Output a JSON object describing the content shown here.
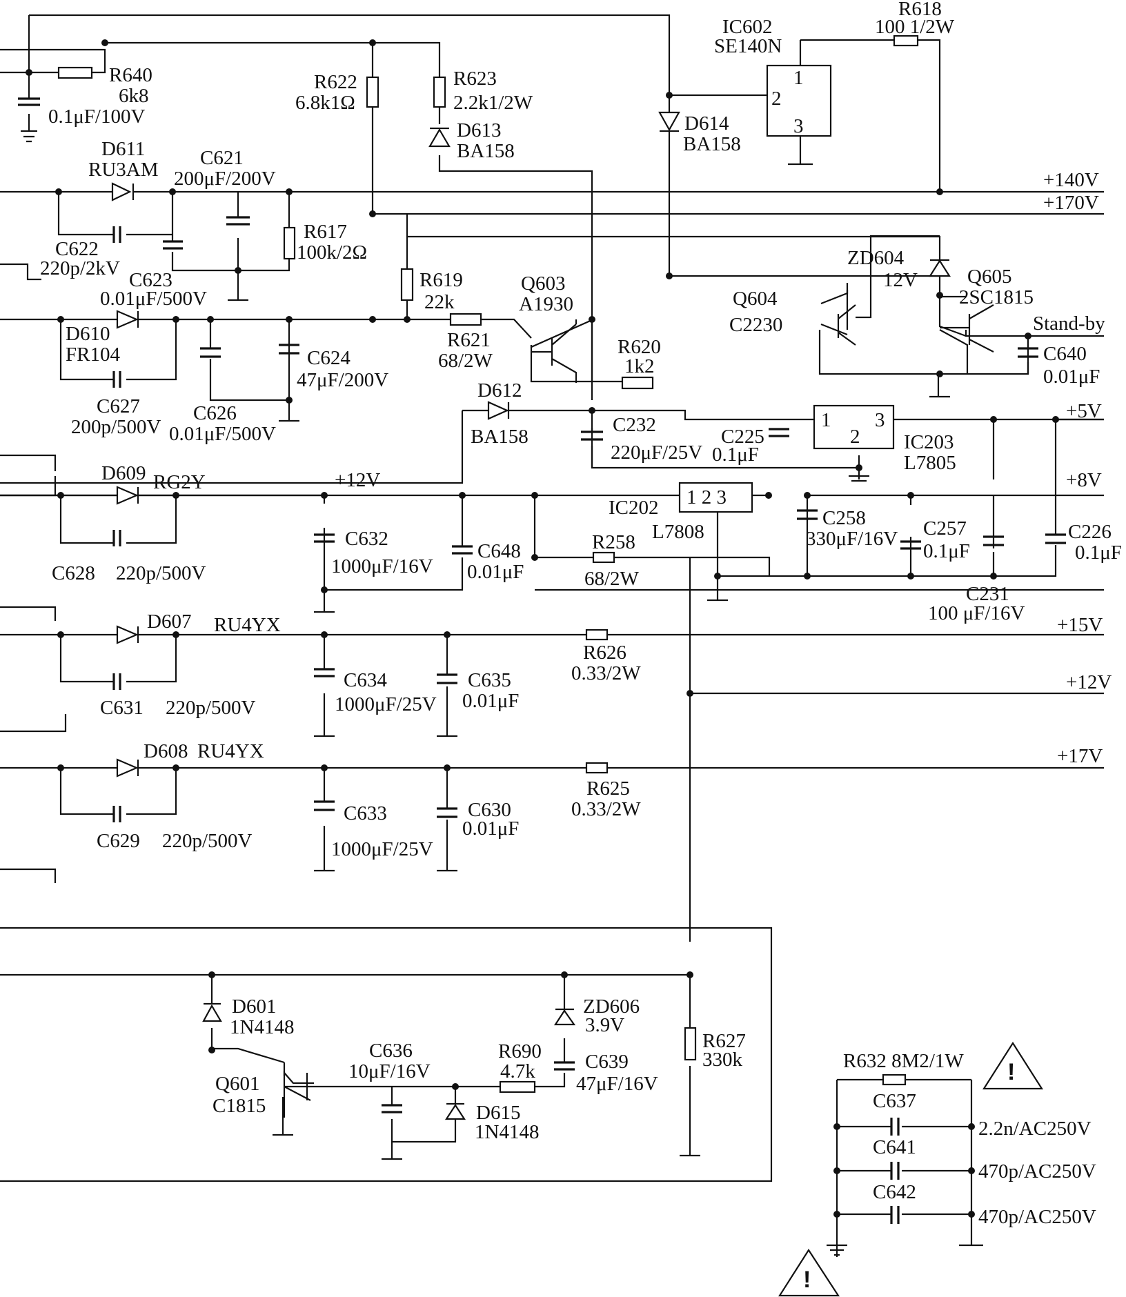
{
  "labels": {
    "R640": "R640",
    "R640v": "6k8",
    "C_top": "0.1μF/100V",
    "R622": "R622",
    "R622v": "6.8k1Ω",
    "R623": "R623",
    "R623v": "2.2k1/2W",
    "D613": "D613",
    "D613v": "BA158",
    "IC602": "IC602",
    "IC602v": "SE140N",
    "R618": "R618",
    "R618v": "100 1/2W",
    "pin1": "1",
    "pin2": "2",
    "pin3": "3",
    "D614": "D614",
    "D614v": "BA158",
    "D611": "D611",
    "D611v": "RU3AM",
    "C621": "C621",
    "C621v": "200μF/200V",
    "rail140": "+140V",
    "rail170": "+170V",
    "C622": "C622",
    "C622v": "220p/2kV",
    "C623": "C623",
    "C623v": "0.01μF/500V",
    "R617": "R617",
    "R617v": "100k/2Ω",
    "ZD604": "ZD604",
    "ZD604v": "12V",
    "Q605": "Q605",
    "Q605v": "2SC1815",
    "R619": "R619",
    "R619v": "22k",
    "Q603": "Q603",
    "Q603v": "A1930",
    "Q604": "Q604",
    "Q604v": "C2230",
    "standby": "Stand-by",
    "D610": "D610",
    "D610v": "FR104",
    "C624": "C624",
    "C624v": "47μF/200V",
    "R621": "R621",
    "R621v": "68/2W",
    "R620": "R620",
    "R620v": "1k2",
    "C640": "C640",
    "C640v": "0.01μF",
    "C627": "C627",
    "C627v": "200p/500V",
    "C626": "C626",
    "C626v": "0.01μF/500V",
    "D612": "D612",
    "D612v": "BA158",
    "rail5": "+5V",
    "C232": "C232",
    "C232v": "220μF/25V",
    "C225": "C225",
    "C225v": "0.1μF",
    "IC203": "IC203",
    "IC203v": "L7805",
    "D609": "D609",
    "D609v": "RG2Y",
    "rail12a": "+12V",
    "rail8": "+8V",
    "IC202": "IC202",
    "IC202v": "L7808",
    "ic202pins": "1 2 3",
    "C258": "C258",
    "C258v": "330μF/16V",
    "C257": "C257",
    "C257v": "0.1μF",
    "C226": "C226",
    "C226v": "0.1μF",
    "C632": "C632",
    "C632v": "1000μF/16V",
    "C648": "C648",
    "C648v": "0.01μF",
    "R258": "R258",
    "R258v": "68/2W",
    "C628": "C628",
    "C628v": "220p/500V",
    "C231": "C231",
    "C231v": "100 μF/16V",
    "D607": "D607",
    "D607v": "RU4YX",
    "rail15": "+15V",
    "R626": "R626",
    "R626v": "0.33/2W",
    "C634": "C634",
    "C634v": "1000μF/25V",
    "C635": "C635",
    "C635v": "0.01μF",
    "rail12b": "+12V",
    "C631": "C631",
    "C631v": "220p/500V",
    "D608": "D608",
    "D608v": "RU4YX",
    "rail17": "+17V",
    "R625": "R625",
    "R625v": "0.33/2W",
    "C633": "C633",
    "C633v": "1000μF/25V",
    "C630": "C630",
    "C630v": "0.01μF",
    "C629": "C629",
    "C629v": "220p/500V",
    "D601": "D601",
    "D601v": "1N4148",
    "ZD606": "ZD606",
    "ZD606v": "3.9V",
    "C636": "C636",
    "C636v": "10μF/16V",
    "R627": "R627",
    "R627v": "330k",
    "R690": "R690",
    "R690v": "4.7k",
    "C639": "C639",
    "C639v": "47μF/16V",
    "Q601": "Q601",
    "Q601v": "C1815",
    "D615": "D615",
    "D615v": "1N4148",
    "R632": "R632 8M2/1W",
    "C637": "C637",
    "C637v": "2.2n/AC250V",
    "C641": "C641",
    "C641v": "470p/AC250V",
    "C642": "C642",
    "C642v": "470p/AC250V",
    "warn": "!"
  }
}
